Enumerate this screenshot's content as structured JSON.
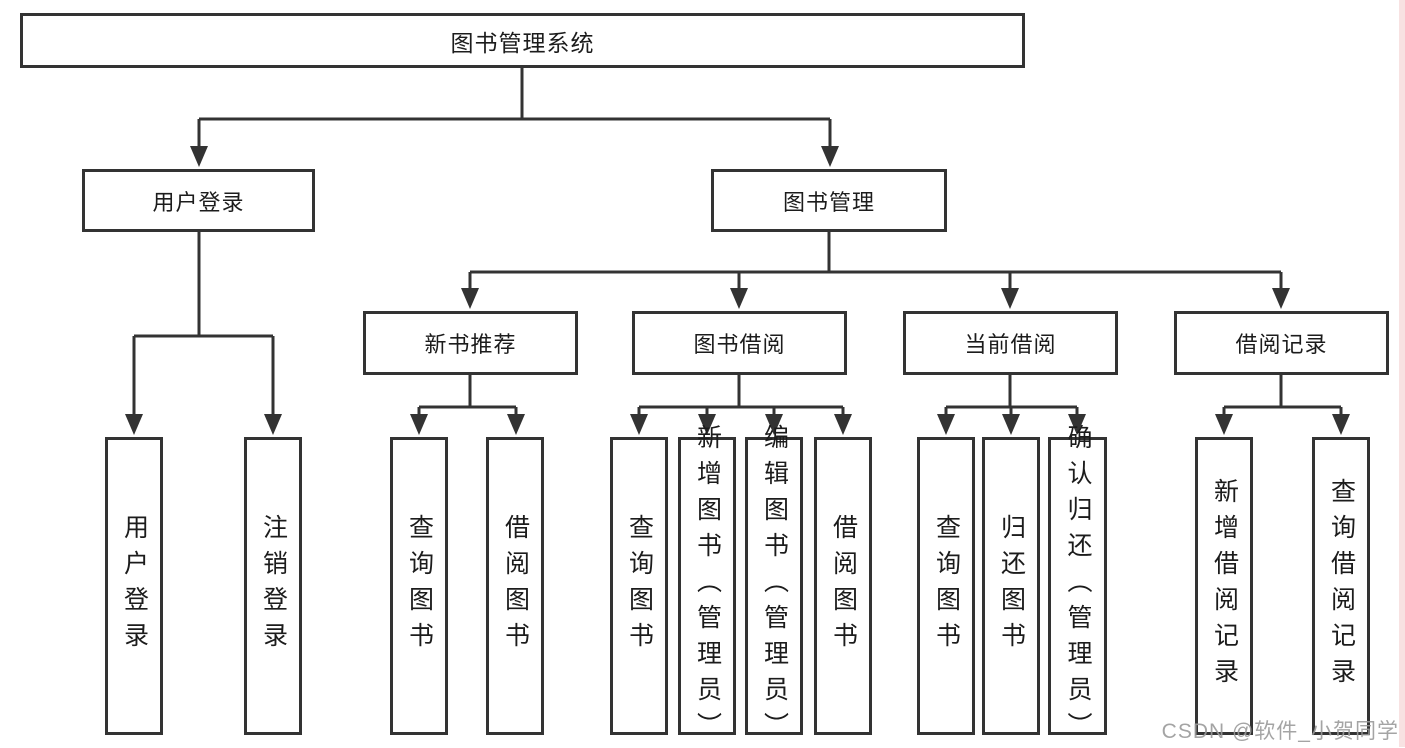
{
  "diagram": {
    "root": {
      "label": "图书管理系统"
    },
    "branches": [
      {
        "label": "用户登录",
        "children": [
          {
            "label": "用户登录"
          },
          {
            "label": "注销登录"
          }
        ]
      },
      {
        "label": "图书管理",
        "children": [
          {
            "label": "新书推荐",
            "children": [
              {
                "label": "查询图书"
              },
              {
                "label": "借阅图书"
              }
            ]
          },
          {
            "label": "图书借阅",
            "children": [
              {
                "label": "查询图书"
              },
              {
                "label": "新增图书（管理员）"
              },
              {
                "label": "编辑图书（管理员）"
              },
              {
                "label": "借阅图书"
              }
            ]
          },
          {
            "label": "当前借阅",
            "children": [
              {
                "label": "查询图书"
              },
              {
                "label": "归还图书"
              },
              {
                "label": "确认归还（管理员）"
              }
            ]
          },
          {
            "label": "借阅记录",
            "children": [
              {
                "label": "新增借阅记录"
              },
              {
                "label": "查询借阅记录"
              }
            ]
          }
        ]
      }
    ],
    "watermark": "CSDN @软件_小贺同学"
  },
  "colors": {
    "line": "#333333",
    "text": "#1c1c1c",
    "watermark": "#9b9b9b",
    "edge_strip": "#f8e2e2"
  }
}
